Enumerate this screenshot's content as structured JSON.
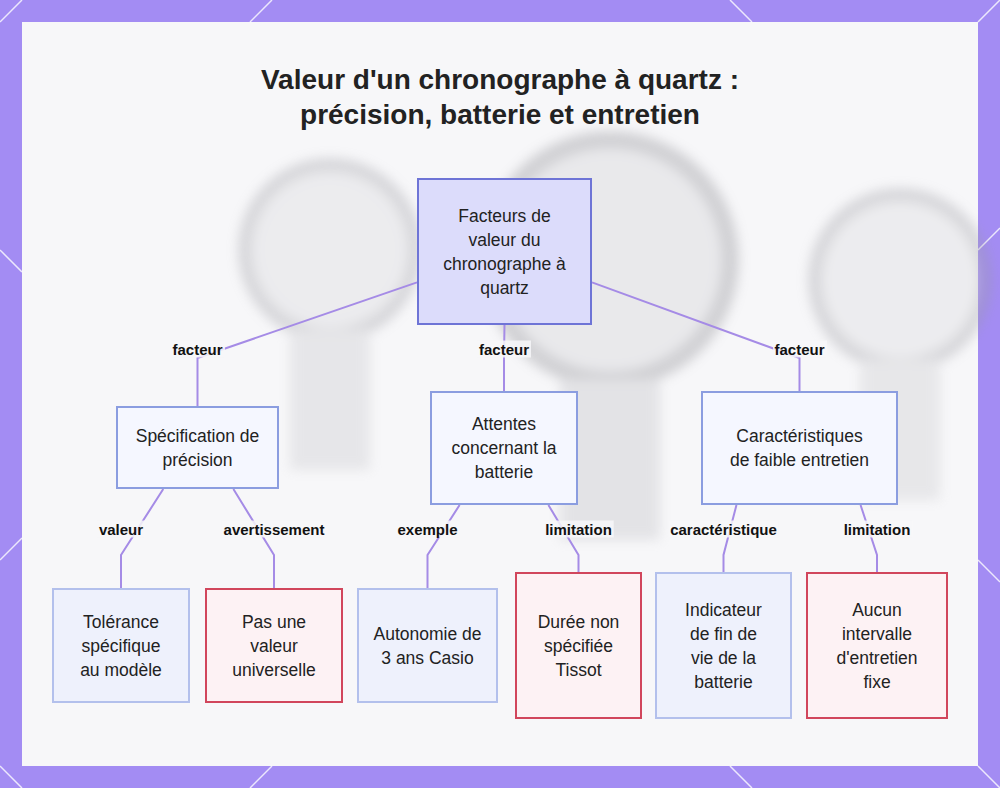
{
  "diagram": {
    "title": "Valeur d'un chronographe à quartz : précision, batterie et entretien",
    "nodes": [
      {
        "text": [
          "Facteurs de valeur du chronographe à quartz"
        ]
      },
      {
        "text": [
          "Spécification de précision"
        ]
      },
      {
        "text": [
          "Attentes concernant la batterie"
        ]
      },
      {
        "text": [
          "Caractéristiques de faible entretien"
        ]
      },
      {
        "text": [
          "Tolérance spécifique au modèle"
        ]
      },
      {
        "text": [
          "Pas une valeur universelle"
        ]
      },
      {
        "text": [
          "Autonomie de 3 ans Casio"
        ]
      },
      {
        "text": [
          "Durée non spécifiée Tissot"
        ]
      },
      {
        "text": [
          "Indicateur de fin de vie de la batterie"
        ]
      },
      {
        "text": [
          "Aucun intervalle d'entretien fixe"
        ]
      }
    ],
    "edges": [
      {
        "from": 0,
        "to": 1,
        "label": "facteur",
        "arrow": "none"
      },
      {
        "from": 0,
        "to": 2,
        "label": "facteur",
        "arrow": "none"
      },
      {
        "from": 0,
        "to": 3,
        "label": "facteur",
        "arrow": "none"
      },
      {
        "from": 1,
        "to": 4,
        "label": "valeur",
        "arrow": "none"
      },
      {
        "from": 1,
        "to": 5,
        "label": "avertissement",
        "arrow": "none"
      },
      {
        "from": 2,
        "to": 6,
        "label": "exemple",
        "arrow": "none"
      },
      {
        "from": 2,
        "to": 7,
        "label": "limitation",
        "arrow": "none"
      },
      {
        "from": 3,
        "to": 8,
        "label": "caractéristique",
        "arrow": "none"
      },
      {
        "from": 3,
        "to": 9,
        "label": "limitation",
        "arrow": "none"
      }
    ]
  }
}
